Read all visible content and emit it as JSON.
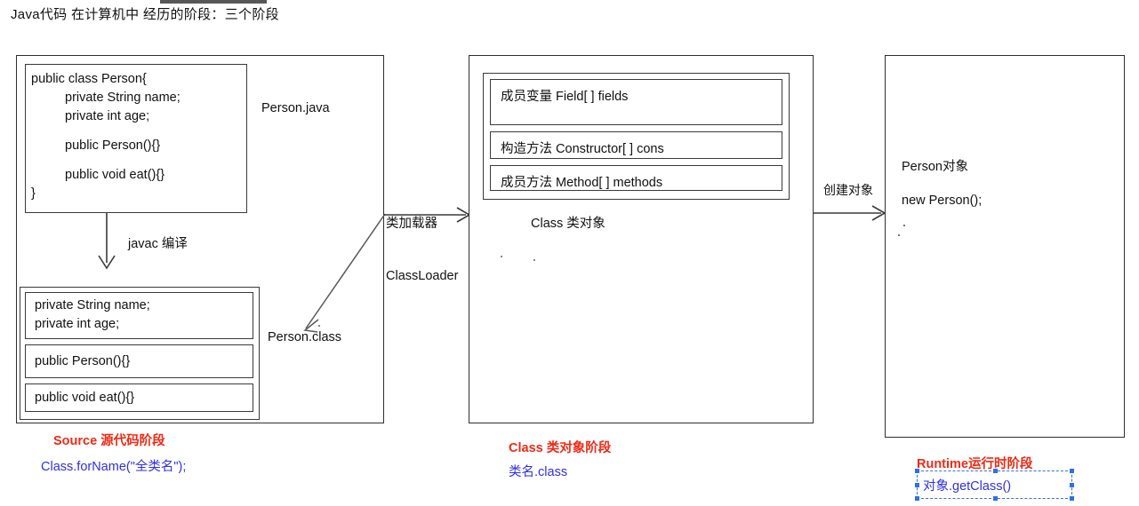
{
  "title": "Java代码 在计算机中 经历的阶段：三个阶段",
  "source_stage": {
    "code_box": {
      "lines": [
        "public class Person{",
        "private String name;",
        "private int age;",
        "public Person(){}",
        "public void eat(){}",
        "}"
      ]
    },
    "file_label": "Person.java",
    "compile_label": "javac 编译",
    "class_file_label": "Person.class",
    "class_structure": [
      "private String name;\nprivate int age;",
      "public Person(){}",
      "public void eat(){}"
    ],
    "class_structure_rows": [
      {
        "line1": "private String name;",
        "line2": "private int age;"
      },
      {
        "line1": "public Person(){}",
        "line2": ""
      },
      {
        "line1": "public void eat(){}",
        "line2": ""
      }
    ],
    "caption": "Source 源代码阶段",
    "api": "Class.forName(\"全类名\");"
  },
  "loader": {
    "label_cn": "类加载器",
    "label_en": "ClassLoader"
  },
  "class_stage": {
    "rows": [
      "成员变量  Field[ ] fields",
      "构造方法  Constructor[ ] cons",
      "成员方法 Method[ ] methods"
    ],
    "box_label": "Class 类对象",
    "caption": "Class 类对象阶段",
    "api": "类名.class"
  },
  "runtime_stage": {
    "create_label": "创建对象",
    "object_label": "Person对象",
    "new_statement": "new Person();",
    "caption": "Runtime运行时阶段",
    "api": "对象.getClass()"
  },
  "colors": {
    "caption_red": "#ef2b16",
    "api_blue": "#2f2fe8",
    "selection_blue": "#2f6fe8",
    "stroke": "#2f2f2f"
  }
}
